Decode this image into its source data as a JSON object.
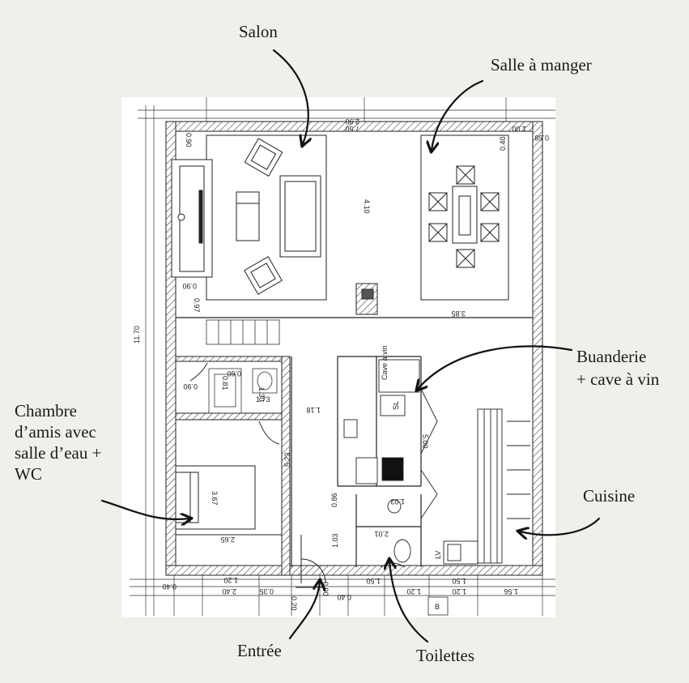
{
  "labels": {
    "salon": "Salon",
    "salle_a_manger": "Salle à manger",
    "buanderie_line1": "Buanderie",
    "buanderie_line2": "+ cave à vin",
    "chambre_line1": "Chambre",
    "chambre_line2": "d’amis avec",
    "chambre_line3": "salle d’eau +",
    "chambre_line4": "WC",
    "cuisine": "Cuisine",
    "entree": "Entrée",
    "toilettes": "Toilettes"
  },
  "dimensions": {
    "top_750": "7.50",
    "top_290": "2.90",
    "left_090": "0.90",
    "right_100": "1.00",
    "right_068": "0.68",
    "salon_040": "0.40",
    "h_410": "4.10",
    "d_090b": "0.90",
    "d_097": "0.97",
    "h_385": "3.85",
    "h_1170": "11.70",
    "d_090c": "0.90",
    "d_081": "0.81",
    "d_060": "0.60",
    "d_130": "1.30",
    "d_173": "1.73",
    "d_118": "1.18",
    "h_523": "5.23",
    "d_367": "3.67",
    "d_265": "2.65",
    "d_086": "0.86",
    "d_103": "1.03",
    "d_201": "2.01",
    "d_103b": "1.03",
    "d_500": "5.00",
    "b_040": "0.40",
    "b_240": "2.40",
    "b_035": "0.35",
    "b_120": "1.20",
    "b_020": "0.20",
    "b_090": "0.90",
    "b_040b": "0.40",
    "b_150": "1.50",
    "b_120b": "1.20",
    "b_150b": "1.50",
    "b_156": "1.56",
    "b_120c": "1.20"
  },
  "fixture_labels": {
    "cave": "Cave à vin",
    "sl": "SL",
    "lv": "LV",
    "b": "B"
  }
}
